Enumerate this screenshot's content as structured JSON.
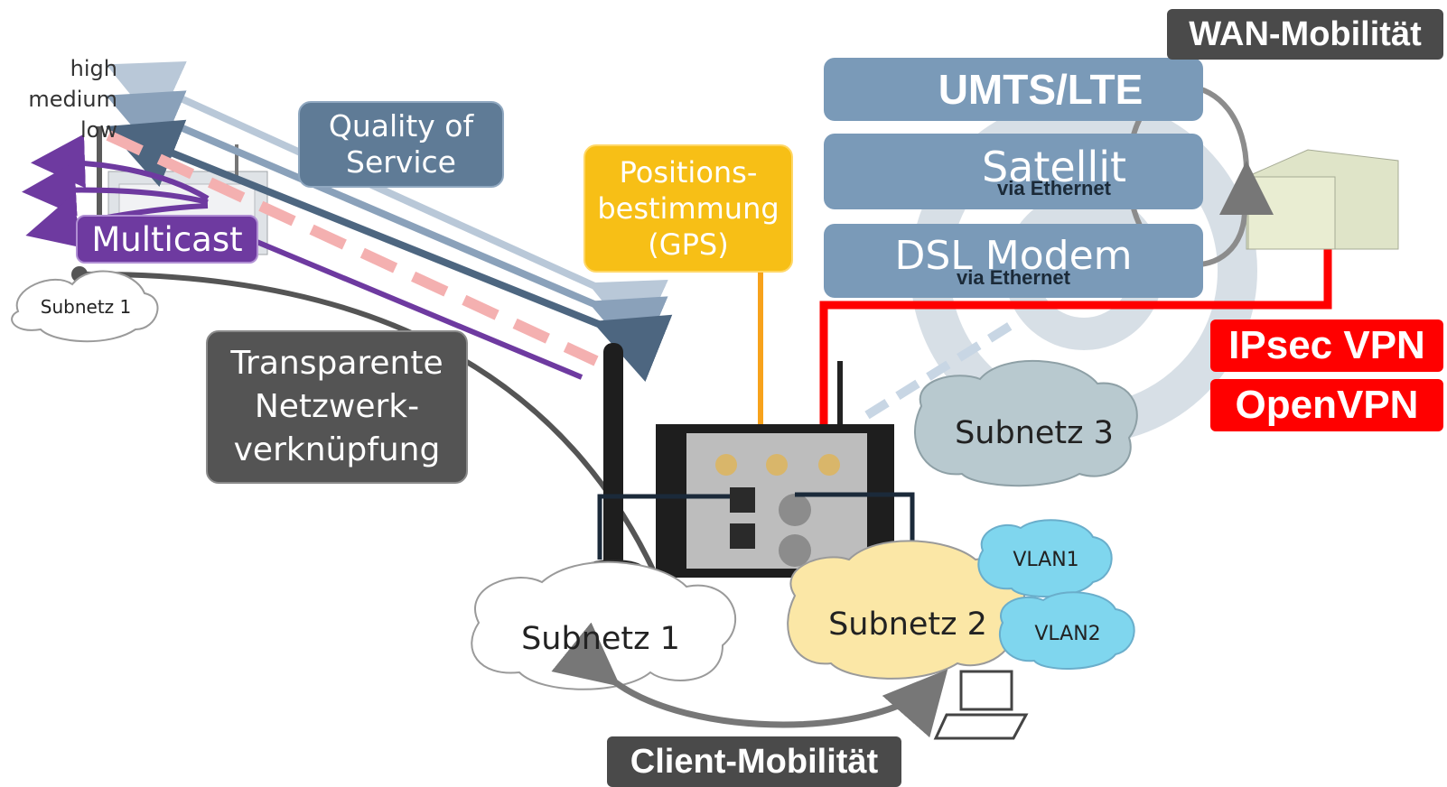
{
  "qos_levels": {
    "high": "high",
    "medium": "medium",
    "low": "low"
  },
  "labels": {
    "quality_of_service": [
      "Quality of",
      "Service"
    ],
    "multicast": "Multicast",
    "transparent_link": [
      "Transparente",
      "Netzwerk-",
      "verknüpfung"
    ],
    "positioning": [
      "Positions-",
      "bestimmung",
      "(GPS)"
    ]
  },
  "wan_links": {
    "umts": "UMTS/LTE",
    "satellite": "Satellit",
    "satellite_note": "via Ethernet",
    "dsl": "DSL Modem",
    "dsl_note": "via Ethernet"
  },
  "tags": {
    "wan_mobility": "WAN-Mobilität",
    "client_mobility": "Client-Mobilität",
    "ipsec": "IPsec VPN",
    "openvpn": "OpenVPN"
  },
  "clouds": {
    "remote_subnet": "Subnetz 1",
    "subnet1": "Subnetz 1",
    "subnet2": "Subnetz 2",
    "subnet3": "Subnetz 3",
    "vlan1": "VLAN1",
    "vlan2": "VLAN2"
  },
  "colors": {
    "qos_high": "#b9c8d8",
    "qos_medium": "#8aa1ba",
    "qos_low": "#4d6680",
    "multicast": "#6e3aa0",
    "gps": "#f7bf16",
    "vpn_link": "#ff0000",
    "service_box": "#7a9ab8",
    "cloud_blue": "#7fd6ee",
    "cloud_yellow": "#fbe7a6",
    "cloud_grey": "#b8c9cf"
  }
}
